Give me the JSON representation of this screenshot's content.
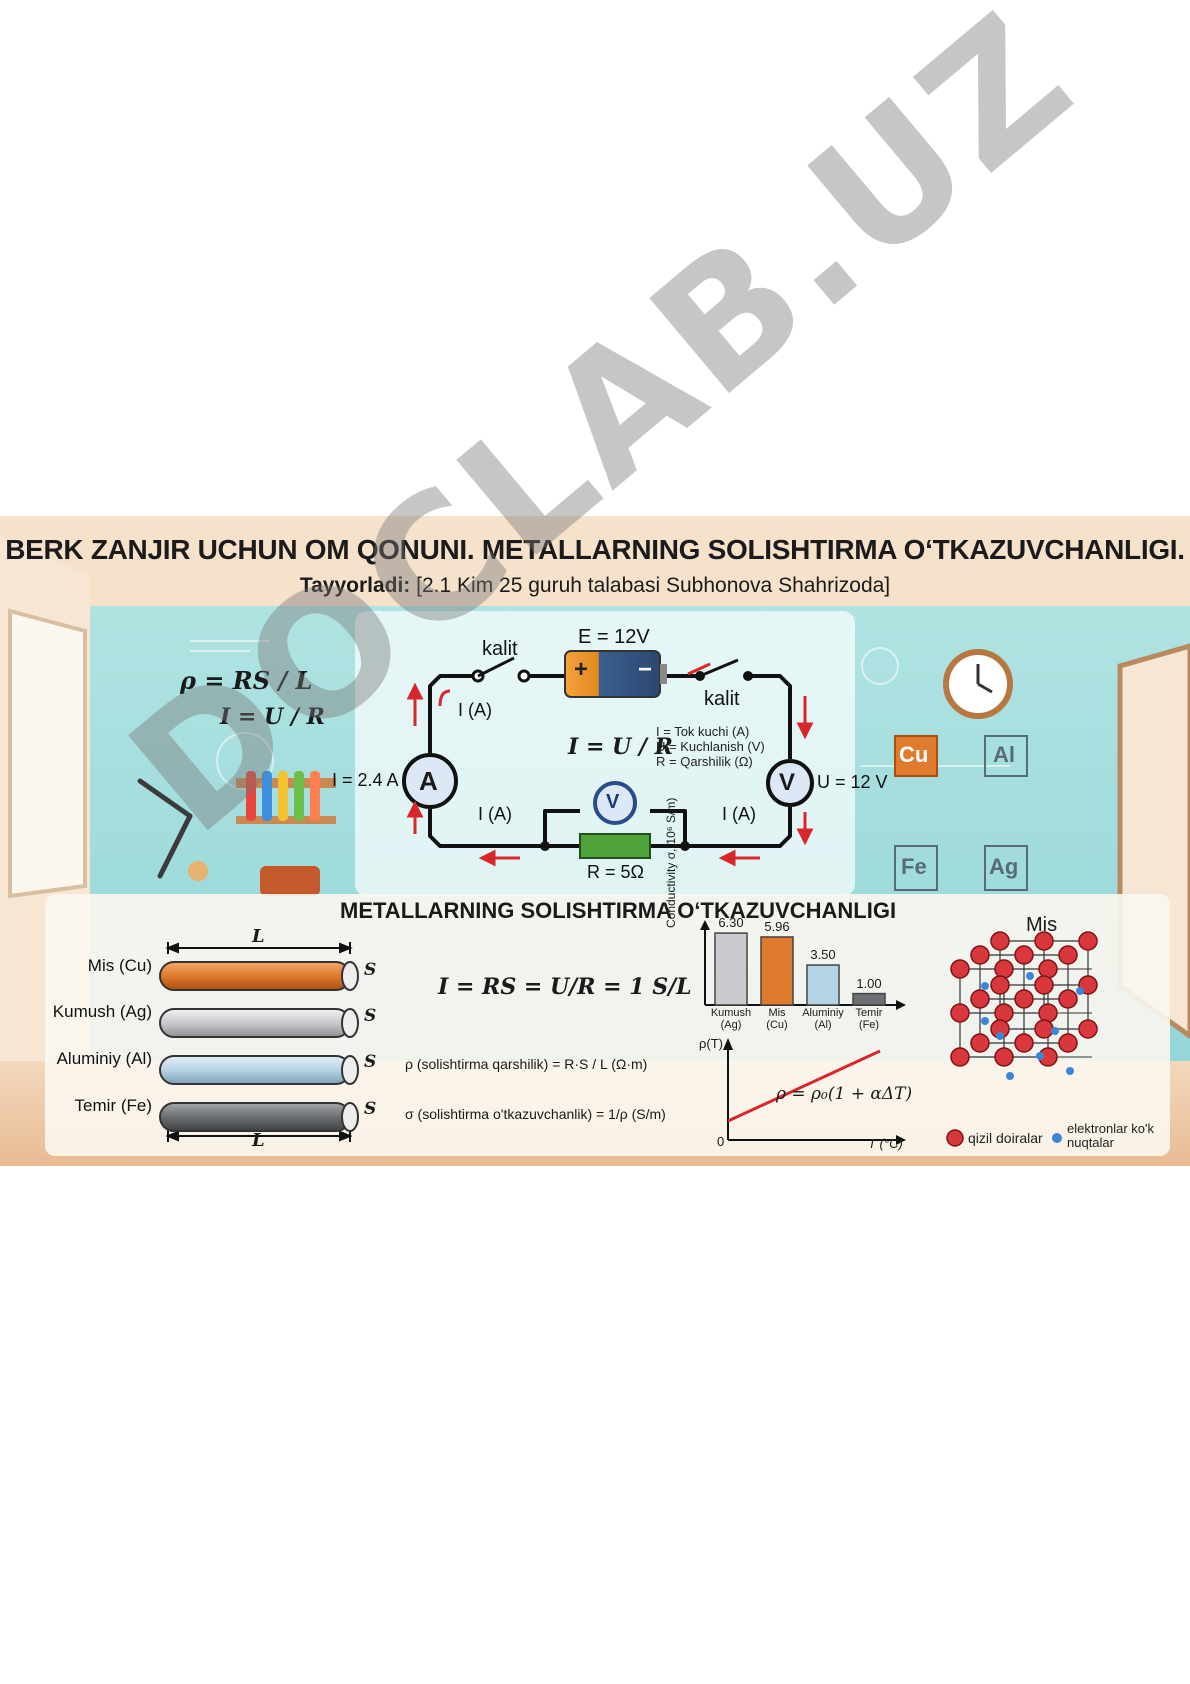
{
  "poster": {
    "title": "BERK ZANJIR UCHUN OM QONUNI. METALLARNING SOLISHTIRMA O‘TKAZUVCHANLIGI.",
    "prepared_label": "Tayyorladi:",
    "prepared_by": "[2.1 Kim 25 guruh talabasi Subhonova Shahrizoda]"
  },
  "circuit": {
    "key_left": "kalit",
    "key_right": "kalit",
    "emf": "E = 12V",
    "battery_plus": "+",
    "battery_minus": "−",
    "current_label_top": "I (A)",
    "current_label_bl": "I (A)",
    "current_label_br": "I (A)",
    "ammeter_symbol": "A",
    "ammeter_reading": "I = 2.4 A",
    "voltmeter_symbol": "V",
    "voltmeter_reading": "U = 12 V",
    "voltmeter_small": "V",
    "resistor_label": "R = 5Ω",
    "ohm_law": "I = U / R",
    "legend": [
      "I = Tok kuchi (A)",
      "U = Kuchlanish (V)",
      "R = Qarshilik (Ω)"
    ]
  },
  "left_formula": {
    "rho": "ρ = RS / L",
    "current": "I = U / R"
  },
  "elements": [
    "Cu",
    "Al",
    "Fe",
    "Ag"
  ],
  "section2": {
    "title": "METALLARNING SOLISHTIRMA O‘TKAZUVCHANLIGI",
    "wires": [
      {
        "name": "Mis (Cu)",
        "color": "#e07a2e"
      },
      {
        "name": "Kumush (Ag)",
        "color": "#c7c9cc"
      },
      {
        "name": "Aluminiy (Al)",
        "color": "#b7d3e6"
      },
      {
        "name": "Temir (Fe)",
        "color": "#6b6e72"
      }
    ],
    "length_label": "L",
    "area_label": "S",
    "main_formula": "I = RS = U/R = 1 S/L",
    "rho_def": "ρ (solishtirma qarshilik) = R·S / L (Ω·m)",
    "sigma_def": "σ (solishtirma o'tkazuvchanlik) = 1/ρ (S/m)",
    "lattice_title": "Mis",
    "lattice_legend_red": "qizil doiralar",
    "lattice_legend_blue": "elektronlar ko'k nuqtalar"
  },
  "chart_data": [
    {
      "type": "bar",
      "ylabel": "Conductivity σ,(10⁶ S/m)",
      "categories": [
        "Kumush (Ag)",
        "Mis (Cu)",
        "Aluminiy (Al)",
        "Temir (Fe)"
      ],
      "values": [
        6.3,
        5.96,
        3.5,
        1.0
      ],
      "value_labels": [
        "6.30",
        "5.96",
        "3.50",
        "1.00"
      ],
      "colors": [
        "#c9cbce",
        "#e07a2e",
        "#b7d3e6",
        "#6b6e72"
      ],
      "ylim": [
        0,
        7
      ]
    },
    {
      "type": "line",
      "xlabel": "T (°C)",
      "ylabel": "ρ(T)",
      "origin_label": "0",
      "annotation": "ρ = ρ₀(1 + αΔT)"
    }
  ],
  "watermark": "DOCLAB.UZ"
}
